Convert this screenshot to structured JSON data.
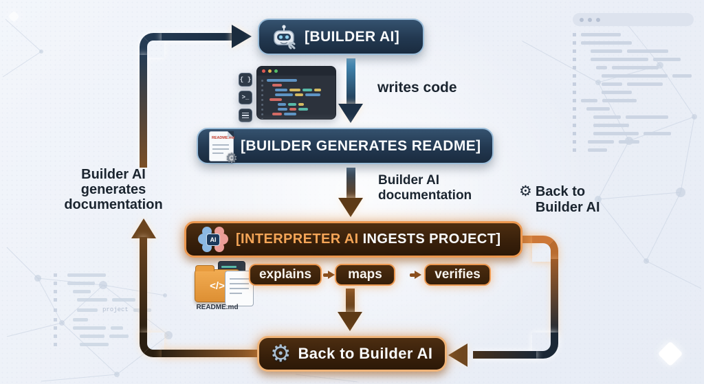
{
  "diagram": {
    "nodes": {
      "builder": {
        "label": "[BUILDER AI]"
      },
      "readme": {
        "label": "[BUILDER GENERATES README]",
        "doc_label": "README.md"
      },
      "interpreter": {
        "label_accent": "[INTERPRETER AI",
        "label_rest": " INGESTS PROJECT]",
        "chip": "AI"
      },
      "back_to_builder": {
        "label": "Back to Builder AI"
      }
    },
    "pills": [
      {
        "label": "explains"
      },
      {
        "label": "maps"
      },
      {
        "label": "verifies"
      }
    ],
    "labels": {
      "writes_code": "writes code",
      "builder_documentation": {
        "line1": "Builder AI",
        "line2": "documentation"
      },
      "back_to_builder_side": {
        "line1": "Back to",
        "line2": "Builder AI"
      },
      "left_loop": {
        "line1": "Builder AI",
        "line2": "generates",
        "line3": "documentation"
      }
    },
    "illustrations": {
      "project_caption": "README.md",
      "folder_glyph": "</>",
      "editor_icons": {
        "braces": "{ }",
        "terminal": ">_"
      }
    }
  },
  "icons": {
    "gear": "⚙"
  },
  "background": {
    "code_word": "project"
  },
  "colors": {
    "navy_box": "#223850",
    "navy_border": "#9cbeda",
    "brown_box": "#371f0a",
    "orange_border": "#ec9850",
    "orange_text": "#f4a557",
    "text_dark": "#1a242f",
    "background": "#eef1f8"
  }
}
